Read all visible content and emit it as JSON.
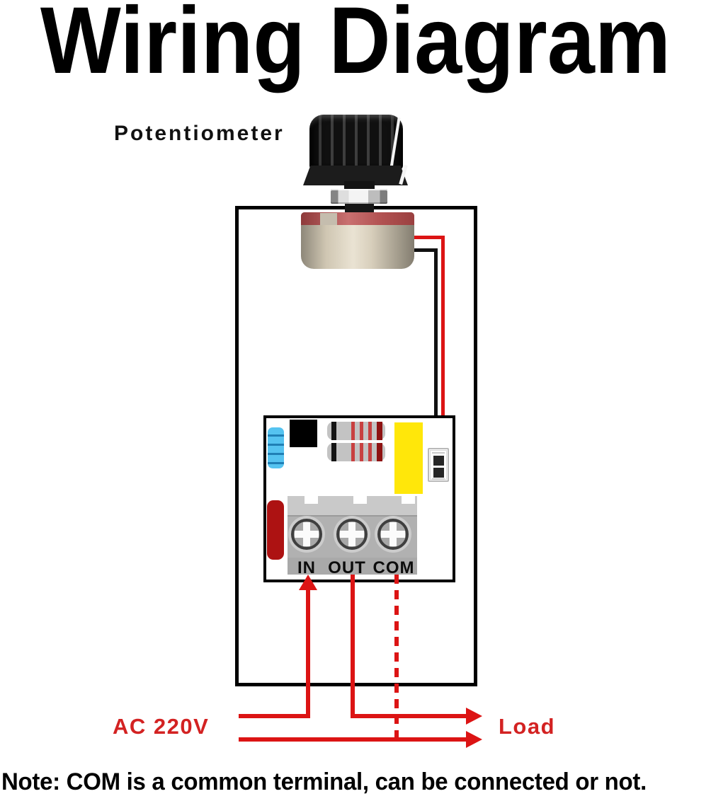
{
  "title": "Wiring Diagram",
  "potentiometer": {
    "label": "Potentiometer"
  },
  "module": {
    "terminals": [
      {
        "label": "IN"
      },
      {
        "label": "OUT"
      },
      {
        "label": "COM"
      }
    ]
  },
  "wiring": {
    "input_label": "AC 220V",
    "output_label": "Load",
    "com_line_style": "dashed-optional"
  },
  "note": "Note: COM is a common terminal, can be connected or not.",
  "colors": {
    "wire_red": "#dc1414",
    "label_red": "#d32222",
    "wire_black": "#111111",
    "pcb_yellow_capacitor": "#ffe70a",
    "blue_capacitor": "#55c3f0",
    "dark_red_capacitor": "#ad1212",
    "pot_band_red": "#b25252",
    "pot_body_tan": "#d8cfbc",
    "knob_black": "#1c1c1c",
    "terminal_gray": "#b1b1b1"
  }
}
